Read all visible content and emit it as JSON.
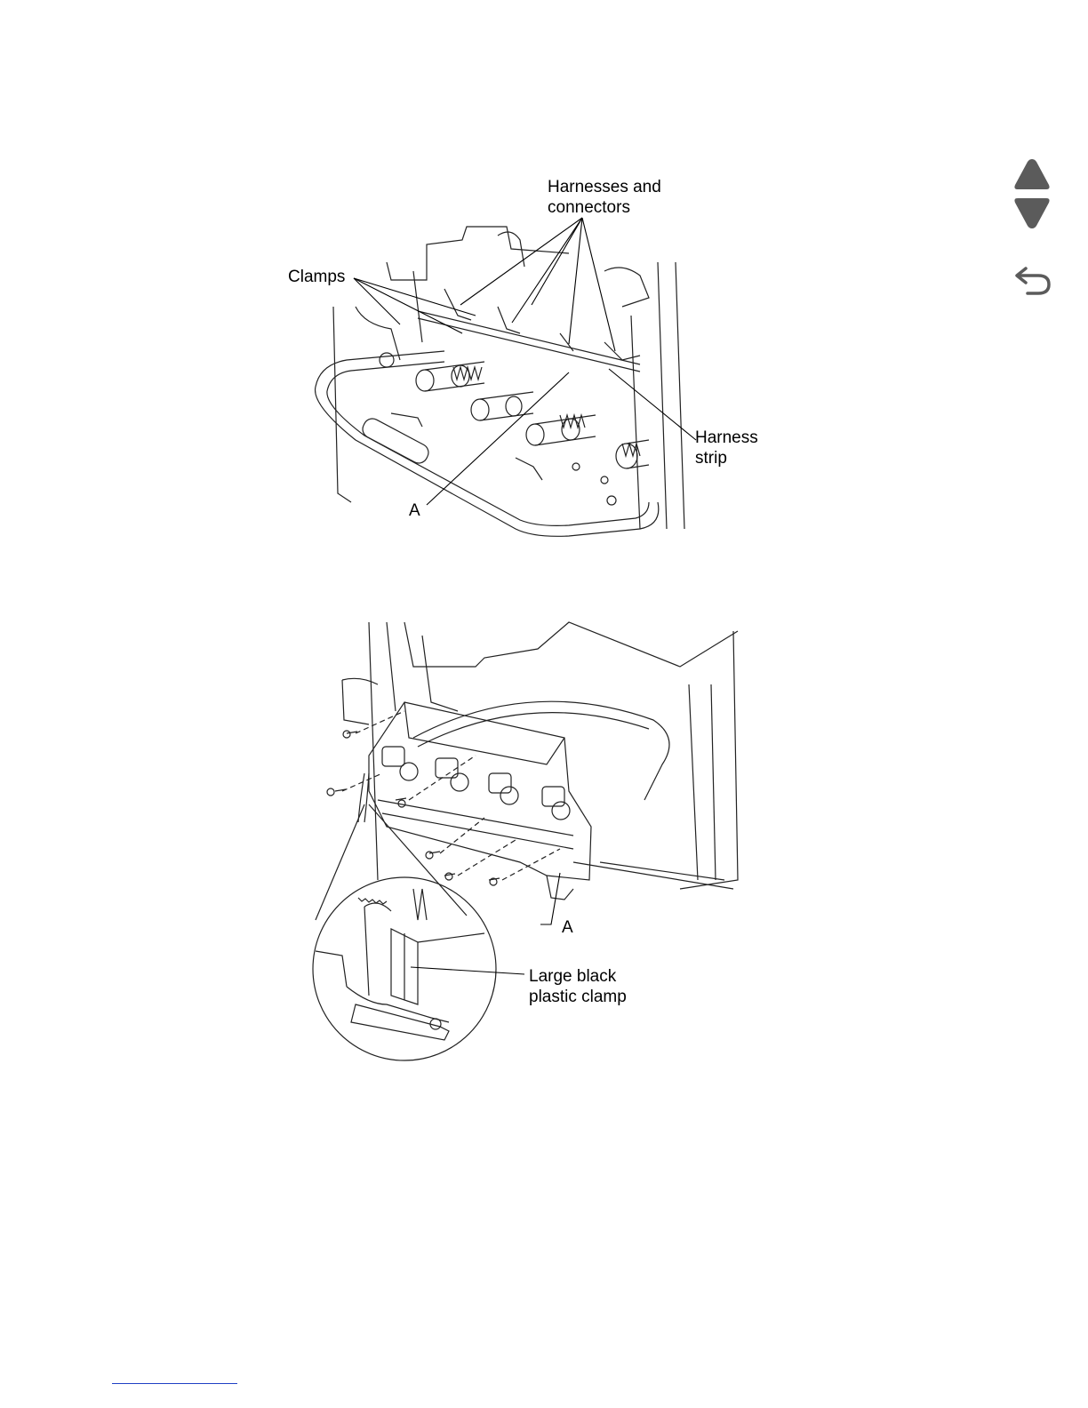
{
  "nav": {
    "prev_icon": "triangle-up-icon",
    "next_icon": "triangle-down-icon",
    "back_icon": "return-arrow-icon",
    "icon_color": "#5b5b5b"
  },
  "figure1": {
    "label_harnesses_line1": "Harnesses and",
    "label_harnesses_line2": "connectors",
    "label_clamps": "Clamps",
    "label_harness_strip_line1": "Harness",
    "label_harness_strip_line2": "strip",
    "label_a": "A"
  },
  "figure2": {
    "label_a": "A",
    "label_clamp_line1": "Large black",
    "label_clamp_line2": "plastic clamp"
  },
  "footer": {
    "link_color": "#1f3fc4"
  }
}
